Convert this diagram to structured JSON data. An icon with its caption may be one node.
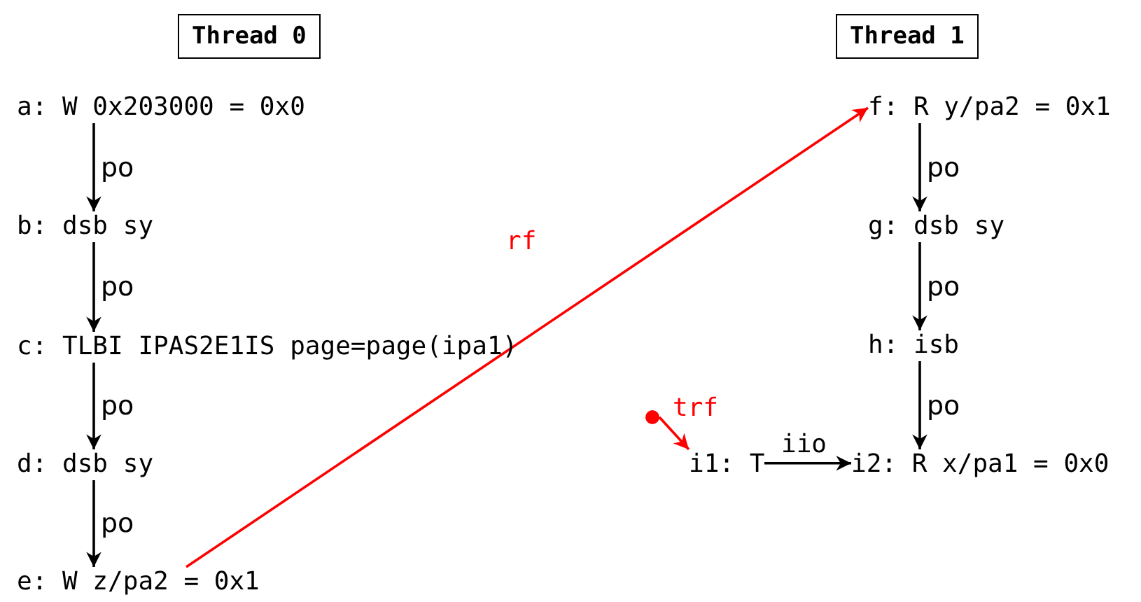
{
  "diagram": {
    "nodes": [
      {
        "text": [
          "Thread 0"
        ]
      },
      {
        "text": [
          "Thread 1"
        ]
      },
      {
        "text": [
          "a: W 0x203000 = 0x0"
        ]
      },
      {
        "text": [
          "b: dsb sy"
        ]
      },
      {
        "text": [
          "c: TLBI IPAS2E1IS page=page(ipa1)"
        ]
      },
      {
        "text": [
          "d: dsb sy"
        ]
      },
      {
        "text": [
          "e: W z/pa2 = 0x1"
        ]
      },
      {
        "text": [
          "f: R y/pa2 = 0x1"
        ]
      },
      {
        "text": [
          "g: dsb sy"
        ]
      },
      {
        "text": [
          "h: isb"
        ]
      },
      {
        "text": [],
        "shape": "circle"
      },
      {
        "text": [
          "i1: T"
        ]
      },
      {
        "text": [
          "i2: R x/pa1 = 0x0"
        ]
      }
    ],
    "edges": [
      {
        "from": 2,
        "to": 3,
        "arrow": "to",
        "label": "po"
      },
      {
        "from": 3,
        "to": 4,
        "arrow": "to",
        "label": "po"
      },
      {
        "from": 4,
        "to": 5,
        "arrow": "to",
        "label": "po"
      },
      {
        "from": 5,
        "to": 6,
        "arrow": "to",
        "label": "po"
      },
      {
        "from": 7,
        "to": 8,
        "arrow": "to",
        "label": "po"
      },
      {
        "from": 8,
        "to": 9,
        "arrow": "to",
        "label": "po"
      },
      {
        "from": 9,
        "to": 12,
        "arrow": "to",
        "label": "po"
      },
      {
        "from": 6,
        "to": 7,
        "arrow": "to",
        "label": "rf",
        "color": "#ff0000"
      },
      {
        "from": 10,
        "to": 11,
        "arrow": "to",
        "label": "trf",
        "color": "#ff0000"
      },
      {
        "from": 11,
        "to": 12,
        "arrow": "to",
        "label": "iio"
      }
    ]
  }
}
